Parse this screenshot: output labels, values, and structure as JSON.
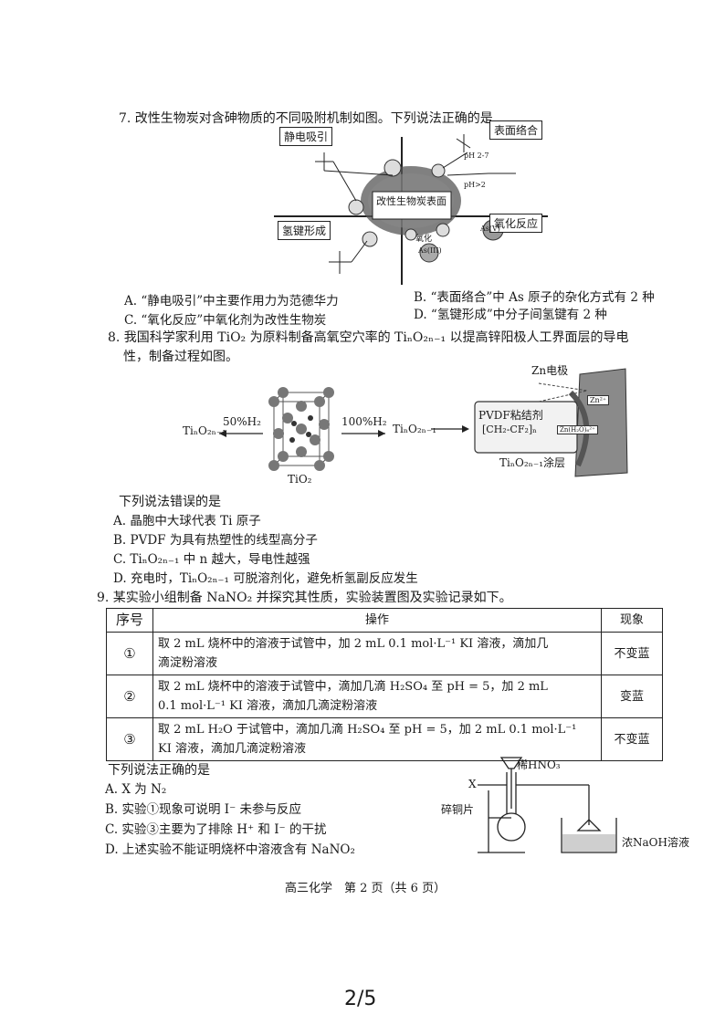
{
  "q7": {
    "stem": "7. 改性生物炭对含砷物质的不同吸附机制如图。下列说法正确的是",
    "diagram": {
      "label_electrostatic": "静电吸引",
      "label_surface": "表面络合",
      "label_hbond": "氢键形成",
      "label_oxidation": "氧化反应",
      "center": "改性生物炭表面",
      "ph_top": "pH 2-7",
      "ph_mid": "pH>2",
      "as_v": "As(V)",
      "as_iii": "As(III)",
      "oxid_small": "氧化"
    },
    "options": {
      "A": "A. “静电吸引”中主要作用力为范德华力",
      "B": "B. “表面络合”中 As 原子的杂化方式有 2 种",
      "C": "C. “氧化反应”中氧化剂为改性生物炭",
      "D": "D. “氢键形成”中分子间氢键有 2 种"
    }
  },
  "q8": {
    "stem_line1": "8. 我国科学家利用 TiO₂ 为原料制备高氧空穴率的 TiₙO₂ₙ₋₁ 以提高锌阳极人工界面层的导电",
    "stem_line2": "性，制备过程如图。",
    "diagram": {
      "left_product": "TiₙO₂ₙ₋₁",
      "arrow_left": "50%H₂",
      "crystal_label": "TiO₂",
      "arrow_right": "100%H₂",
      "right_product": "TiₙO₂ₙ₋₁",
      "zn_electrode": "Zn电极",
      "pvdf": "PVDF粘结剂",
      "pvdf_formula": "[CH₂-CF₂]ₙ",
      "zn_ion": "Zn²⁺",
      "zn_complex": "Zn(H₂O)₆²⁺",
      "coating": "TiₙO₂ₙ₋₁涂层"
    },
    "prompt": "下列说法错误的是",
    "options": {
      "A": "A. 晶胞中大球代表 Ti 原子",
      "B": "B. PVDF 为具有热塑性的线型高分子",
      "C": "C. TiₙO₂ₙ₋₁ 中 n 越大，导电性越强",
      "D": "D. 充电时，TiₙO₂ₙ₋₁ 可脱溶剂化，避免析氢副反应发生"
    }
  },
  "q9": {
    "stem": "9. 某实验小组制备 NaNO₂ 并探究其性质，实验装置图及实验记录如下。",
    "table": {
      "headers": [
        "序号",
        "操作",
        "现象"
      ],
      "rows": [
        {
          "idx": "①",
          "op1": "取 2 mL 烧杯中的溶液于试管中，加 2 mL 0.1 mol·L⁻¹ KI 溶液，滴加几",
          "op2": "滴淀粉溶液",
          "result": "不变蓝"
        },
        {
          "idx": "②",
          "op1": "取 2 mL 烧杯中的溶液于试管中，滴加几滴 H₂SO₄ 至 pH = 5，加 2 mL",
          "op2": "0.1 mol·L⁻¹ KI 溶液，滴加几滴淀粉溶液",
          "result": "变蓝"
        },
        {
          "idx": "③",
          "op1": "取 2 mL H₂O 于试管中，滴加几滴 H₂SO₄ 至 pH = 5，加 2 mL 0.1 mol·L⁻¹",
          "op2": "KI 溶液，滴加几滴淀粉溶液",
          "result": "不变蓝"
        }
      ]
    },
    "prompt": "下列说法正确的是",
    "options": {
      "A": "A. X 为 N₂",
      "B": "B. 实验①现象可说明 I⁻ 未参与反应",
      "C": "C. 实验③主要为了排除 H⁺ 和 I⁻ 的干扰",
      "D": "D. 上述实验不能证明烧杯中溶液含有 NaNO₂"
    },
    "apparatus": {
      "acid": "稀HNO₃",
      "x": "X",
      "copper": "碎铜片",
      "naoh": "浓NaOH溶液"
    }
  },
  "footer": "高三化学　第 2 页（共 6 页）",
  "page_number": "2/5"
}
